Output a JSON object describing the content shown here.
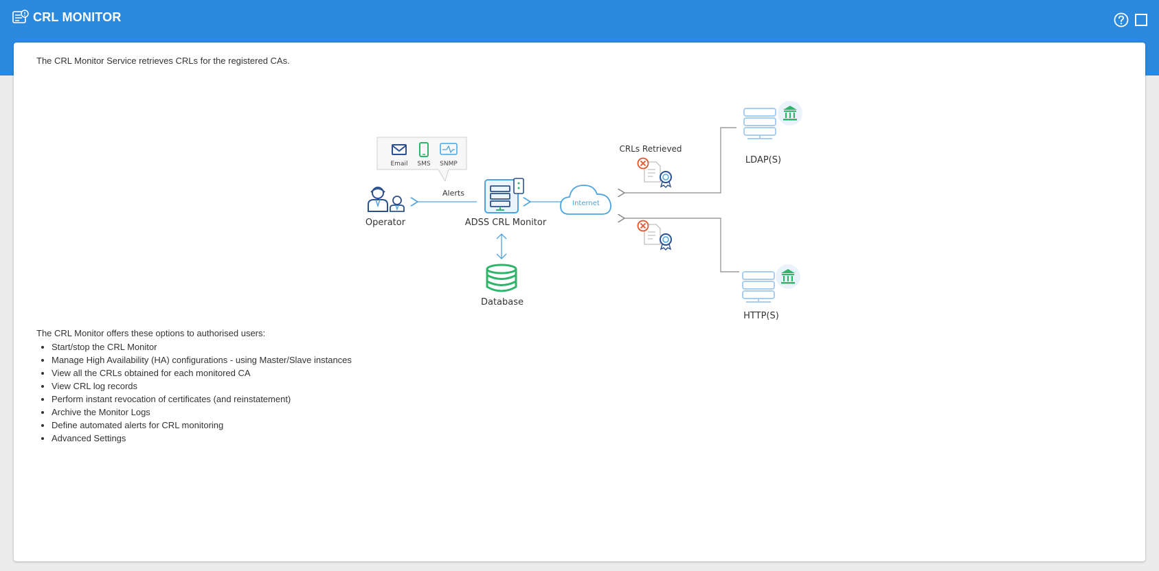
{
  "header": {
    "title": "CRL MONITOR",
    "icons": [
      "crl-monitor-icon",
      "help-icon",
      "maximize-icon"
    ],
    "color": "#2b89de"
  },
  "intro_text": "The CRL Monitor Service retrieves CRLs for the registered CAs.",
  "diagram": {
    "alert_channels": [
      "Email",
      "SMS",
      "SNMP"
    ],
    "alerts_label": "Alerts",
    "operator_label": "Operator",
    "monitor_label": "ADSS CRL Monitor",
    "database_label": "Database",
    "internet_label": "Internet",
    "crls_retrieved_label": "CRLs Retrieved",
    "ldap_label": "LDAP(S)",
    "http_label": "HTTP(S)",
    "colors": {
      "line": "#4aa3e0",
      "green": "#2fb56a",
      "navy": "#2a4f8f",
      "red": "#e2542b"
    }
  },
  "options": {
    "heading": "The CRL Monitor offers these options to authorised users:",
    "items": [
      "Start/stop the CRL Monitor",
      "Manage High Availability (HA) configurations - using Master/Slave instances",
      "View all the CRLs obtained for each monitored CA",
      "View CRL log records",
      "Perform instant revocation of certificates (and reinstatement)",
      "Archive the Monitor Logs",
      "Define automated alerts for CRL monitoring",
      "Advanced Settings"
    ]
  }
}
